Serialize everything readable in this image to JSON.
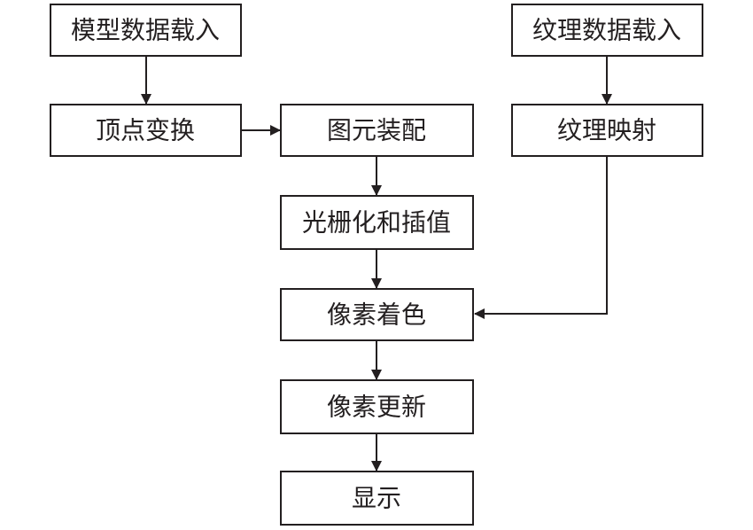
{
  "nodes": {
    "model_load": "模型数据载入",
    "vertex_transform": "顶点变换",
    "primitive_assembly": "图元装配",
    "rasterize_interpolate": "光栅化和插值",
    "pixel_shading": "像素着色",
    "pixel_update": "像素更新",
    "display": "显示",
    "texture_load": "纹理数据载入",
    "texture_mapping": "纹理映射"
  },
  "colors": {
    "stroke": "#231f20",
    "background": "#ffffff"
  }
}
